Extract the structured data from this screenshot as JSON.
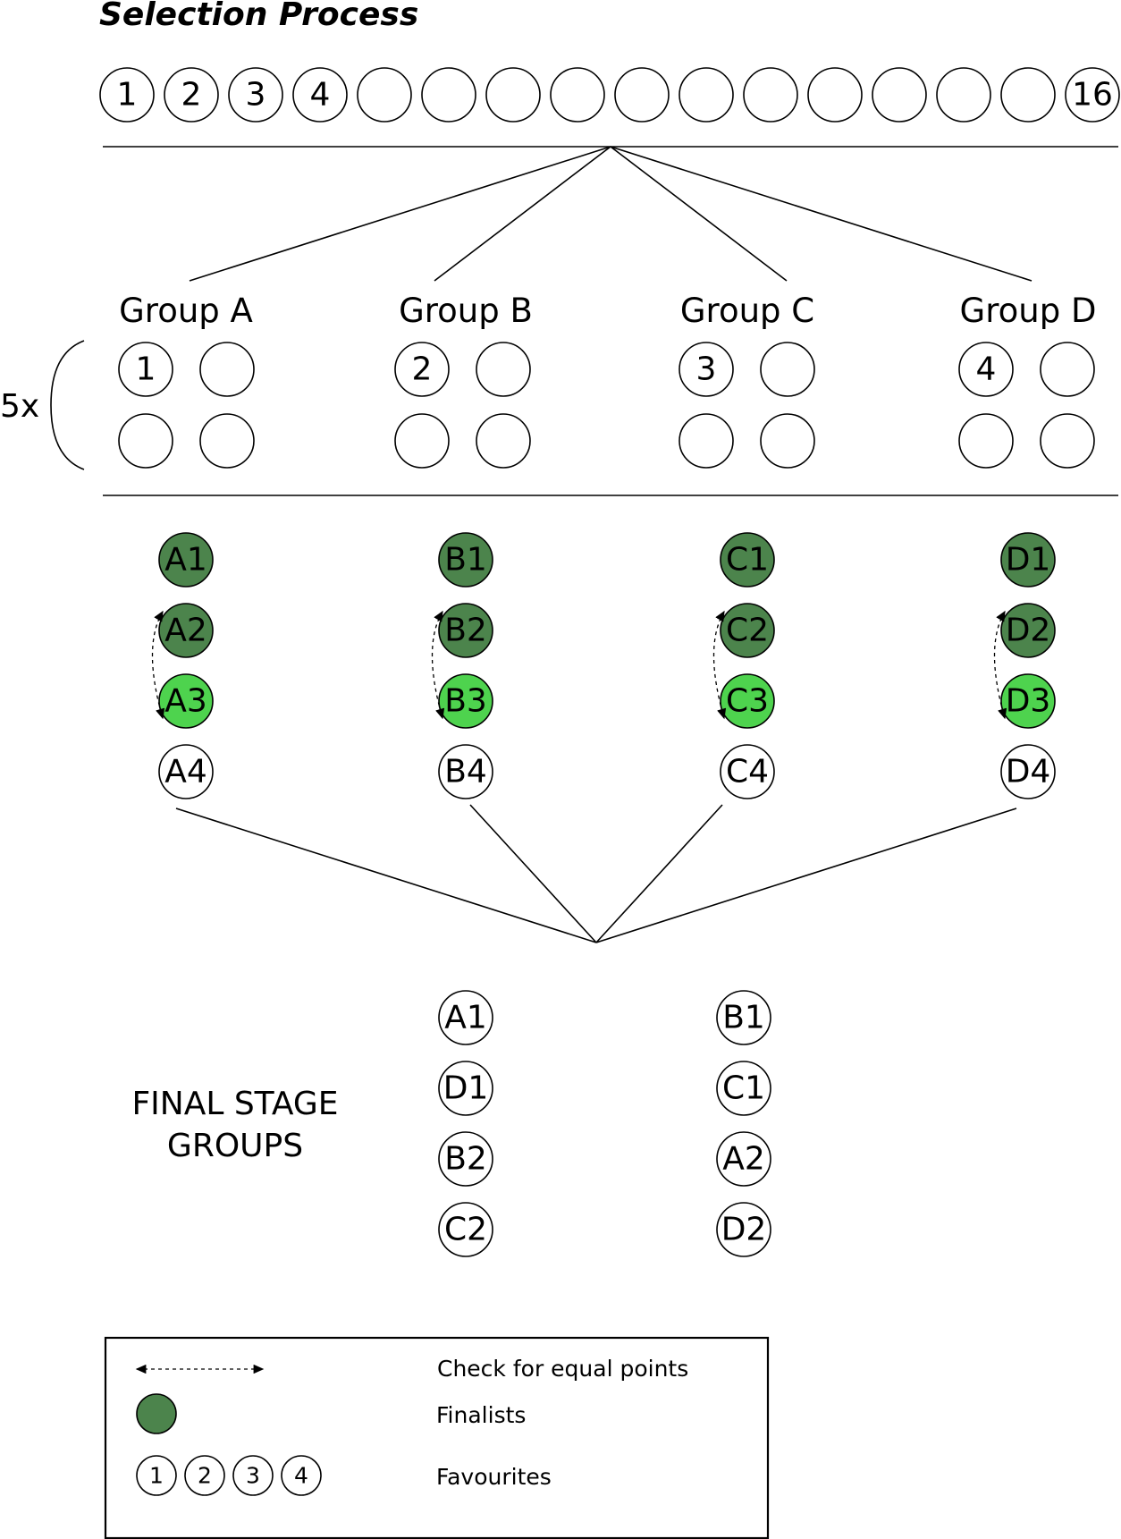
{
  "title": "Selection Process",
  "pool": [
    "1",
    "2",
    "3",
    "4",
    "",
    "",
    "",
    "",
    "",
    "",
    "",
    "",
    "",
    "",
    "",
    "16"
  ],
  "multiplier": "5x",
  "groups": [
    {
      "name": "Group A",
      "seeds": [
        "1",
        "",
        "",
        ""
      ]
    },
    {
      "name": "Group B",
      "seeds": [
        "2",
        "",
        "",
        ""
      ]
    },
    {
      "name": "Group C",
      "seeds": [
        "3",
        "",
        "",
        ""
      ]
    },
    {
      "name": "Group D",
      "seeds": [
        "4",
        "",
        "",
        ""
      ]
    }
  ],
  "rankings": [
    [
      {
        "label": "A1",
        "kind": "finalist"
      },
      {
        "label": "A2",
        "kind": "finalist"
      },
      {
        "label": "A3",
        "kind": "tiebreak"
      },
      {
        "label": "A4",
        "kind": "other"
      }
    ],
    [
      {
        "label": "B1",
        "kind": "finalist"
      },
      {
        "label": "B2",
        "kind": "finalist"
      },
      {
        "label": "B3",
        "kind": "tiebreak"
      },
      {
        "label": "B4",
        "kind": "other"
      }
    ],
    [
      {
        "label": "C1",
        "kind": "finalist"
      },
      {
        "label": "C2",
        "kind": "finalist"
      },
      {
        "label": "C3",
        "kind": "tiebreak"
      },
      {
        "label": "C4",
        "kind": "other"
      }
    ],
    [
      {
        "label": "D1",
        "kind": "finalist"
      },
      {
        "label": "D2",
        "kind": "finalist"
      },
      {
        "label": "D3",
        "kind": "tiebreak"
      },
      {
        "label": "D4",
        "kind": "other"
      }
    ]
  ],
  "final_stage": {
    "title_lines": [
      "FINAL STAGE",
      "GROUPS"
    ],
    "columns": [
      [
        "A1",
        "D1",
        "B2",
        "C2"
      ],
      [
        "B1",
        "C1",
        "A2",
        "D2"
      ]
    ]
  },
  "legend": {
    "items": [
      {
        "icon": "double-arrow-dashed-icon",
        "label": "Check for equal points"
      },
      {
        "icon": "finalist-circle-icon",
        "label": "Finalists"
      },
      {
        "icon": "favourite-circles-icon",
        "label": "Favourites",
        "marks": [
          "1",
          "2",
          "3",
          "4"
        ]
      }
    ]
  },
  "colors": {
    "finalist": "#4c844c",
    "tiebreak": "#4ed34e",
    "stroke": "#000000",
    "background": "#ffffff"
  }
}
